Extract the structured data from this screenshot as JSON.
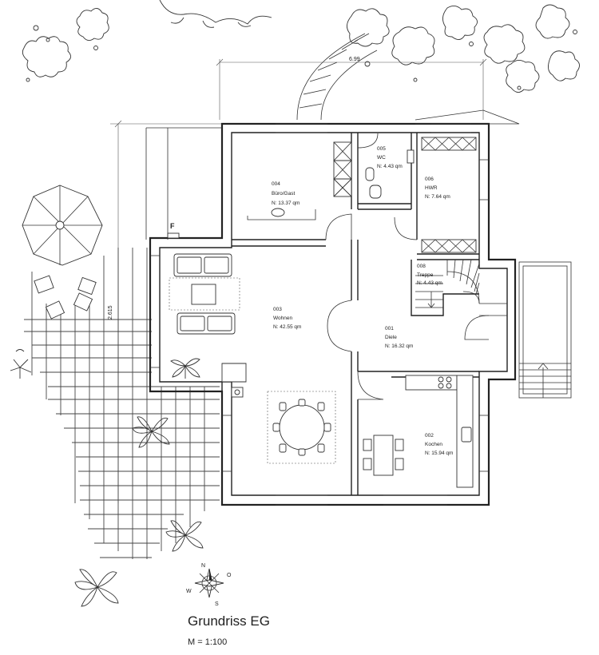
{
  "title": "Grundriss EG",
  "scale": "M = 1:100",
  "dimensions": {
    "top": "6.99",
    "left": "2.615"
  },
  "label_f": "F",
  "compass": {
    "north": "N",
    "east": "O",
    "south": "S",
    "west": "W"
  },
  "rooms": [
    {
      "number": "004",
      "name": "Büro/Gast",
      "area": "N: 13.37 qm"
    },
    {
      "number": "005",
      "name": "WC",
      "area": "N: 4.43 qm"
    },
    {
      "number": "006",
      "name": "HWR",
      "area": "N: 7.64 qm"
    },
    {
      "number": "003",
      "name": "Wohnen",
      "area": "N: 42.55 qm"
    },
    {
      "number": "008",
      "name": "Treppe",
      "area": "N: 4.43 qm"
    },
    {
      "number": "001",
      "name": "Diele",
      "area": "N: 16.32 qm"
    },
    {
      "number": "002",
      "name": "Kochen",
      "area": "N: 15.94 qm"
    }
  ]
}
